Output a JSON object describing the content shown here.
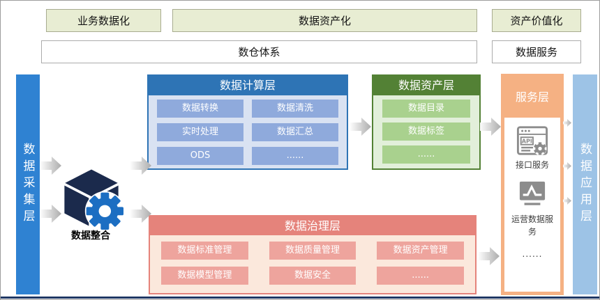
{
  "top_flow": [
    "业务数据化",
    "数据资产化",
    "资产价值化"
  ],
  "system_row": [
    "数仓体系",
    "数据服务"
  ],
  "left_bar": "数据采集层",
  "right_bar": "数据应用层",
  "integration": {
    "label": "数据整合"
  },
  "compute": {
    "title": "数据计算层",
    "items": [
      "数据转换",
      "数据清洗",
      "实时处理",
      "数据汇总",
      "ODS",
      "......"
    ]
  },
  "asset": {
    "title": "数据资产层",
    "items": [
      "数据目录",
      "数据标签",
      "......"
    ]
  },
  "governance": {
    "title": "数据治理层",
    "items": [
      "数据标准管理",
      "数据质量管理",
      "数据资产管理",
      "数据模型管理",
      "数据安全",
      "......"
    ]
  },
  "service": {
    "title": "服务层",
    "api_icon_text": "API",
    "items": [
      {
        "icon": "api-icon",
        "label": "接口服务"
      },
      {
        "icon": "line-chart-icon",
        "label": "运营数据服务"
      }
    ],
    "more": "......"
  },
  "colors": {
    "flow_box_bg": "#E8EDD3",
    "collect_bar": "#2F82D2",
    "apply_bar": "#9DC3E6",
    "compute_accent": "#2E74B5",
    "compute_item": "#8FAADC",
    "compute_bg": "#D9E2F2",
    "asset_accent": "#538135",
    "asset_item": "#A9D18E",
    "asset_bg": "#E2EFDA",
    "governance_accent": "#E5837B",
    "governance_item": "#EEA49D",
    "governance_bg": "#FBE8DC",
    "service_accent": "#F5B183",
    "cube_navy": "#1B2A4C",
    "gear_blue": "#1C6EC2",
    "icon_gray": "#8C8C8C",
    "bottom_line": "#1F3864"
  }
}
